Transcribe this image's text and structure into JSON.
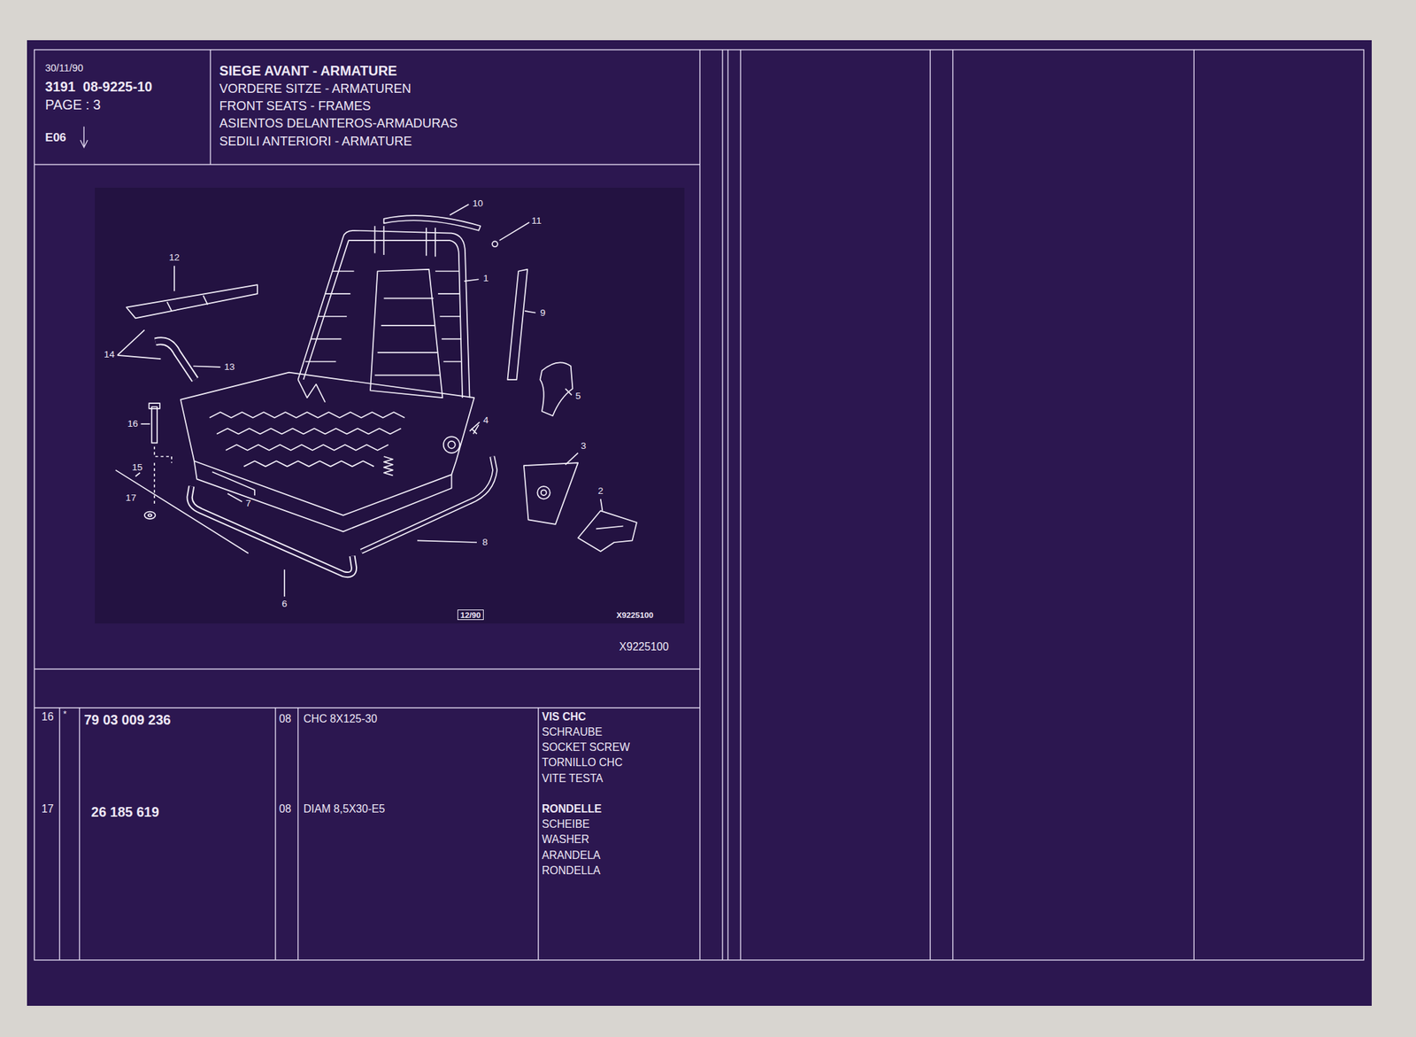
{
  "diagram": {
    "title": "SIEGE AVANT - ARMATURE",
    "labels": [
      "30/11/90",
      "3191  08-9225-10",
      "PAGE : 3",
      "E06",
      "VORDERE SITZE - ARMATUREN",
      "FRONT SEATS - FRAMES",
      "ASIENTOS DELANTEROS-ARMADURAS",
      "SEDILI ANTERIORI - ARMATURE",
      "10",
      "11",
      "1",
      "9",
      "12",
      "14",
      "13",
      "5",
      "4",
      "16",
      "3",
      "15",
      "17",
      "7",
      "2",
      "8",
      "6",
      "12/90",
      "X9225100",
      "X9225100",
      "16",
      "*",
      "79 03 009 236",
      "08",
      "CHC 8X125-30",
      "VIS CHC",
      "SCHRAUBE",
      "SOCKET SCREW",
      "TORNILLO CHC",
      "VITE TESTA",
      "17",
      "26 185 619",
      "08",
      "DIAM 8,5X30-E5",
      "RONDELLE",
      "SCHEIBE",
      "WASHER",
      "ARANDELA",
      "RONDELLA"
    ]
  }
}
